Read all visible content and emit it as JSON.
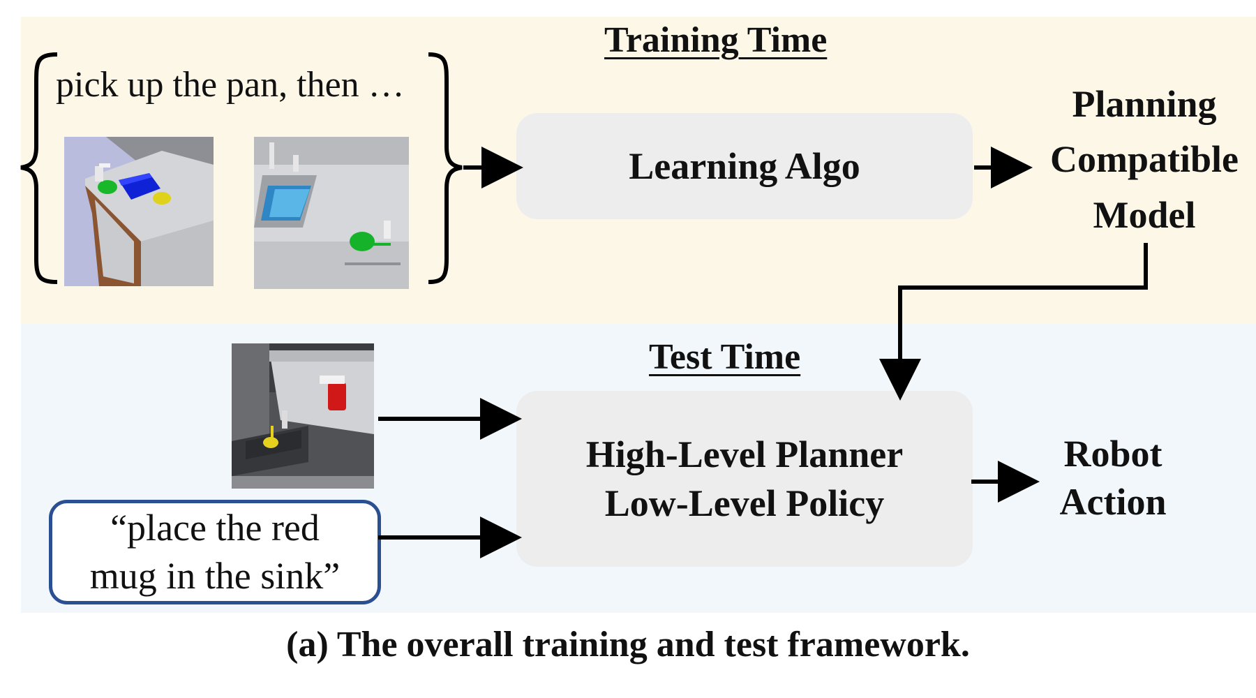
{
  "training": {
    "title": "Training Time",
    "instruction": "pick up the pan, then …",
    "learning_box": "Learning Algo",
    "output_line1": "Planning",
    "output_line2": "Compatible",
    "output_line3": "Model"
  },
  "test": {
    "title": "Test Time",
    "prompt_line1": "“place the red",
    "prompt_line2": "mug in the sink”",
    "planner_line1": "High-Level Planner",
    "planner_line2": "Low-Level Policy",
    "output_line1": "Robot",
    "output_line2": "Action"
  },
  "caption": "(a) The overall training and test framework.",
  "colors": {
    "training_bg": "#fdf7e8",
    "test_bg": "#f1f7fb",
    "box_fill": "#ededed",
    "prompt_border": "#2a4f92"
  }
}
